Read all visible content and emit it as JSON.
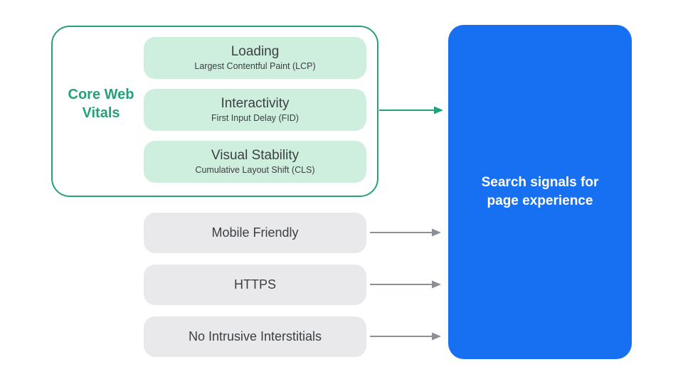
{
  "colors": {
    "green_accent": "#24a17a",
    "green_pill_bg": "#ceeede",
    "gray_pill_bg": "#e9e9eb",
    "gray_arrow": "#8a9095",
    "blue_box_bg": "#1770f2",
    "dark_text": "#3c4043",
    "white_text": "#ffffff"
  },
  "core_web_vitals": {
    "group_label": "Core Web Vitals",
    "items": [
      {
        "title": "Loading",
        "subtitle": "Largest Contentful Paint (LCP)"
      },
      {
        "title": "Interactivity",
        "subtitle": "First Input Delay (FID)"
      },
      {
        "title": "Visual Stability",
        "subtitle": "Cumulative Layout Shift (CLS)"
      }
    ]
  },
  "other_signals": [
    {
      "label": "Mobile Friendly"
    },
    {
      "label": "HTTPS"
    },
    {
      "label": "No Intrusive Interstitials"
    }
  ],
  "target": {
    "label": "Search signals for page experience"
  }
}
